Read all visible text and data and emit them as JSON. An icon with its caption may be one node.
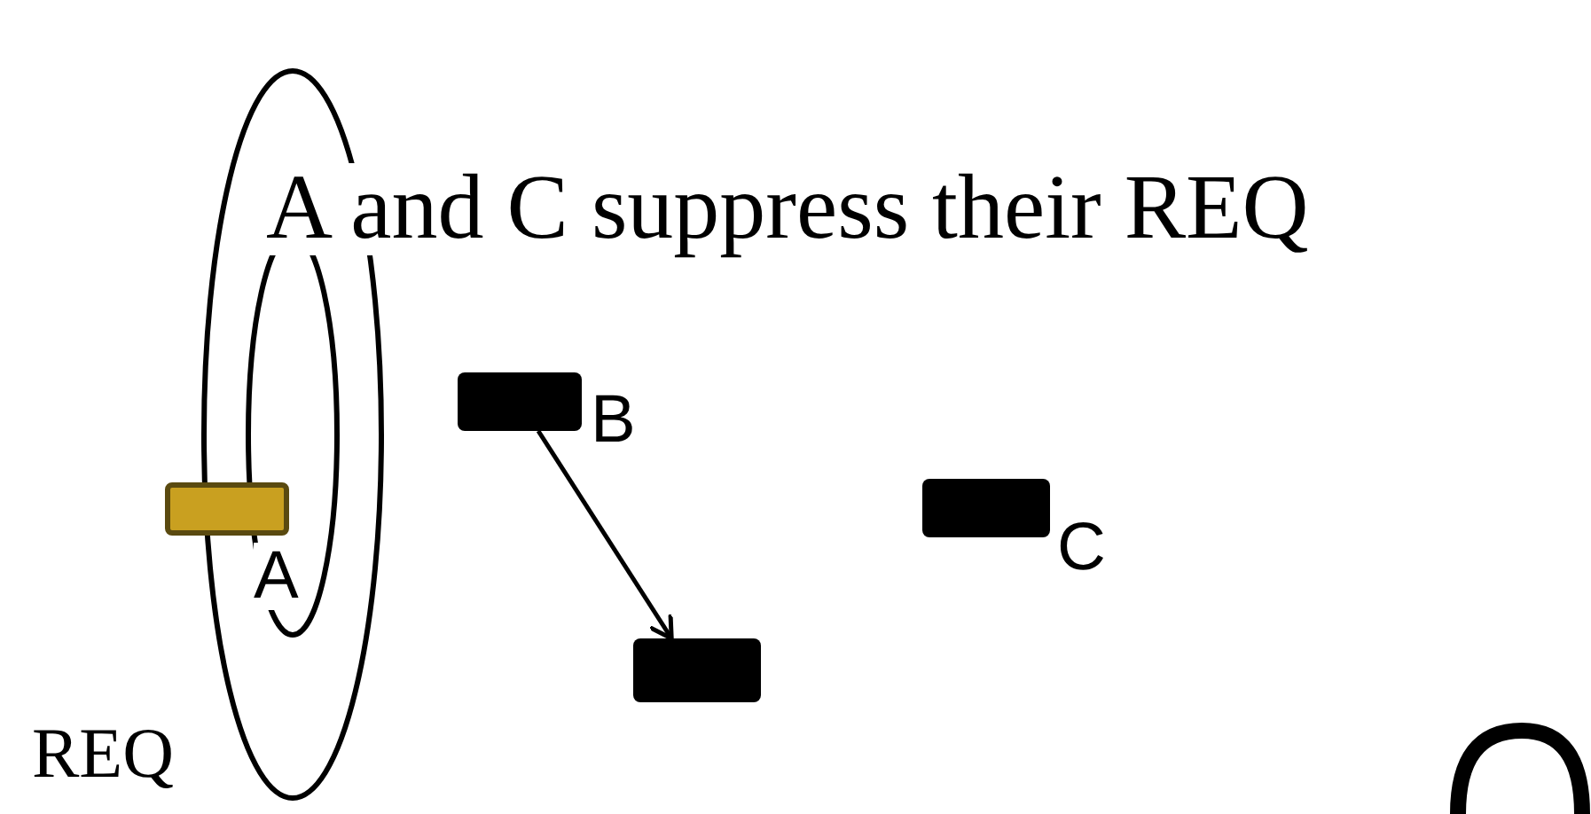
{
  "diagram": {
    "title": "A and C suppress their REQ",
    "nodes": [
      {
        "text": [],
        "shape": "box",
        "beside": [
          "B"
        ]
      },
      {
        "text": [],
        "shape": "box",
        "beside": [
          "A"
        ]
      },
      {
        "text": [],
        "shape": "box",
        "beside": [
          "C"
        ]
      },
      {
        "text": [],
        "shape": "box"
      }
    ],
    "edges": [
      {
        "from": 0,
        "to": 3,
        "arrow": "to"
      }
    ],
    "labels": [
      "REQ"
    ]
  }
}
